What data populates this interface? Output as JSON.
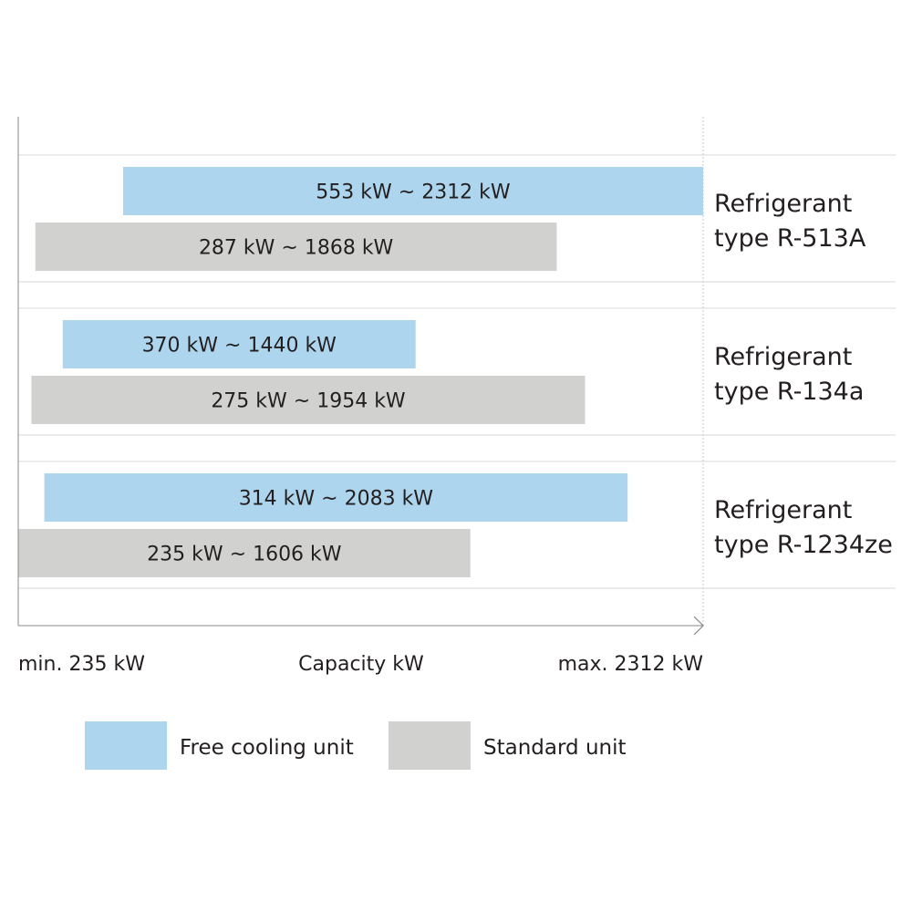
{
  "colors": {
    "free_cooling": "#aed5ee",
    "standard": "#d1d1d0",
    "grid": "#d9d9d9",
    "axis": "#231f20"
  },
  "chart_data": {
    "type": "bar",
    "orientation": "horizontal-range",
    "xlim": [
      235,
      2312
    ],
    "xlabel": "Capacity kW",
    "x_min_label": "min. 235 kW",
    "x_max_label": "max. 2312 kW",
    "legend_position": "bottom",
    "grid": true,
    "legend": [
      {
        "key": "free_cooling",
        "label": "Free cooling unit"
      },
      {
        "key": "standard",
        "label": "Standard unit"
      }
    ],
    "groups": [
      {
        "label_line1": "Refrigerant",
        "label_line2": "type R-513A",
        "bars": [
          {
            "series": "free_cooling",
            "start": 553,
            "end": 2312,
            "label": "553 kW ~ 2312 kW"
          },
          {
            "series": "standard",
            "start": 287,
            "end": 1868,
            "label": "287 kW ~ 1868 kW"
          }
        ]
      },
      {
        "label_line1": "Refrigerant",
        "label_line2": "type R-134a",
        "bars": [
          {
            "series": "free_cooling",
            "start": 370,
            "end": 1440,
            "label": "370 kW ~ 1440 kW"
          },
          {
            "series": "standard",
            "start": 275,
            "end": 1954,
            "label": "275 kW ~ 1954 kW"
          }
        ]
      },
      {
        "label_line1": "Refrigerant",
        "label_line2": "type R-1234ze",
        "bars": [
          {
            "series": "free_cooling",
            "start": 314,
            "end": 2083,
            "label": "314 kW ~ 2083 kW"
          },
          {
            "series": "standard",
            "start": 235,
            "end": 1606,
            "label": "235 kW ~ 1606 kW"
          }
        ]
      }
    ]
  }
}
